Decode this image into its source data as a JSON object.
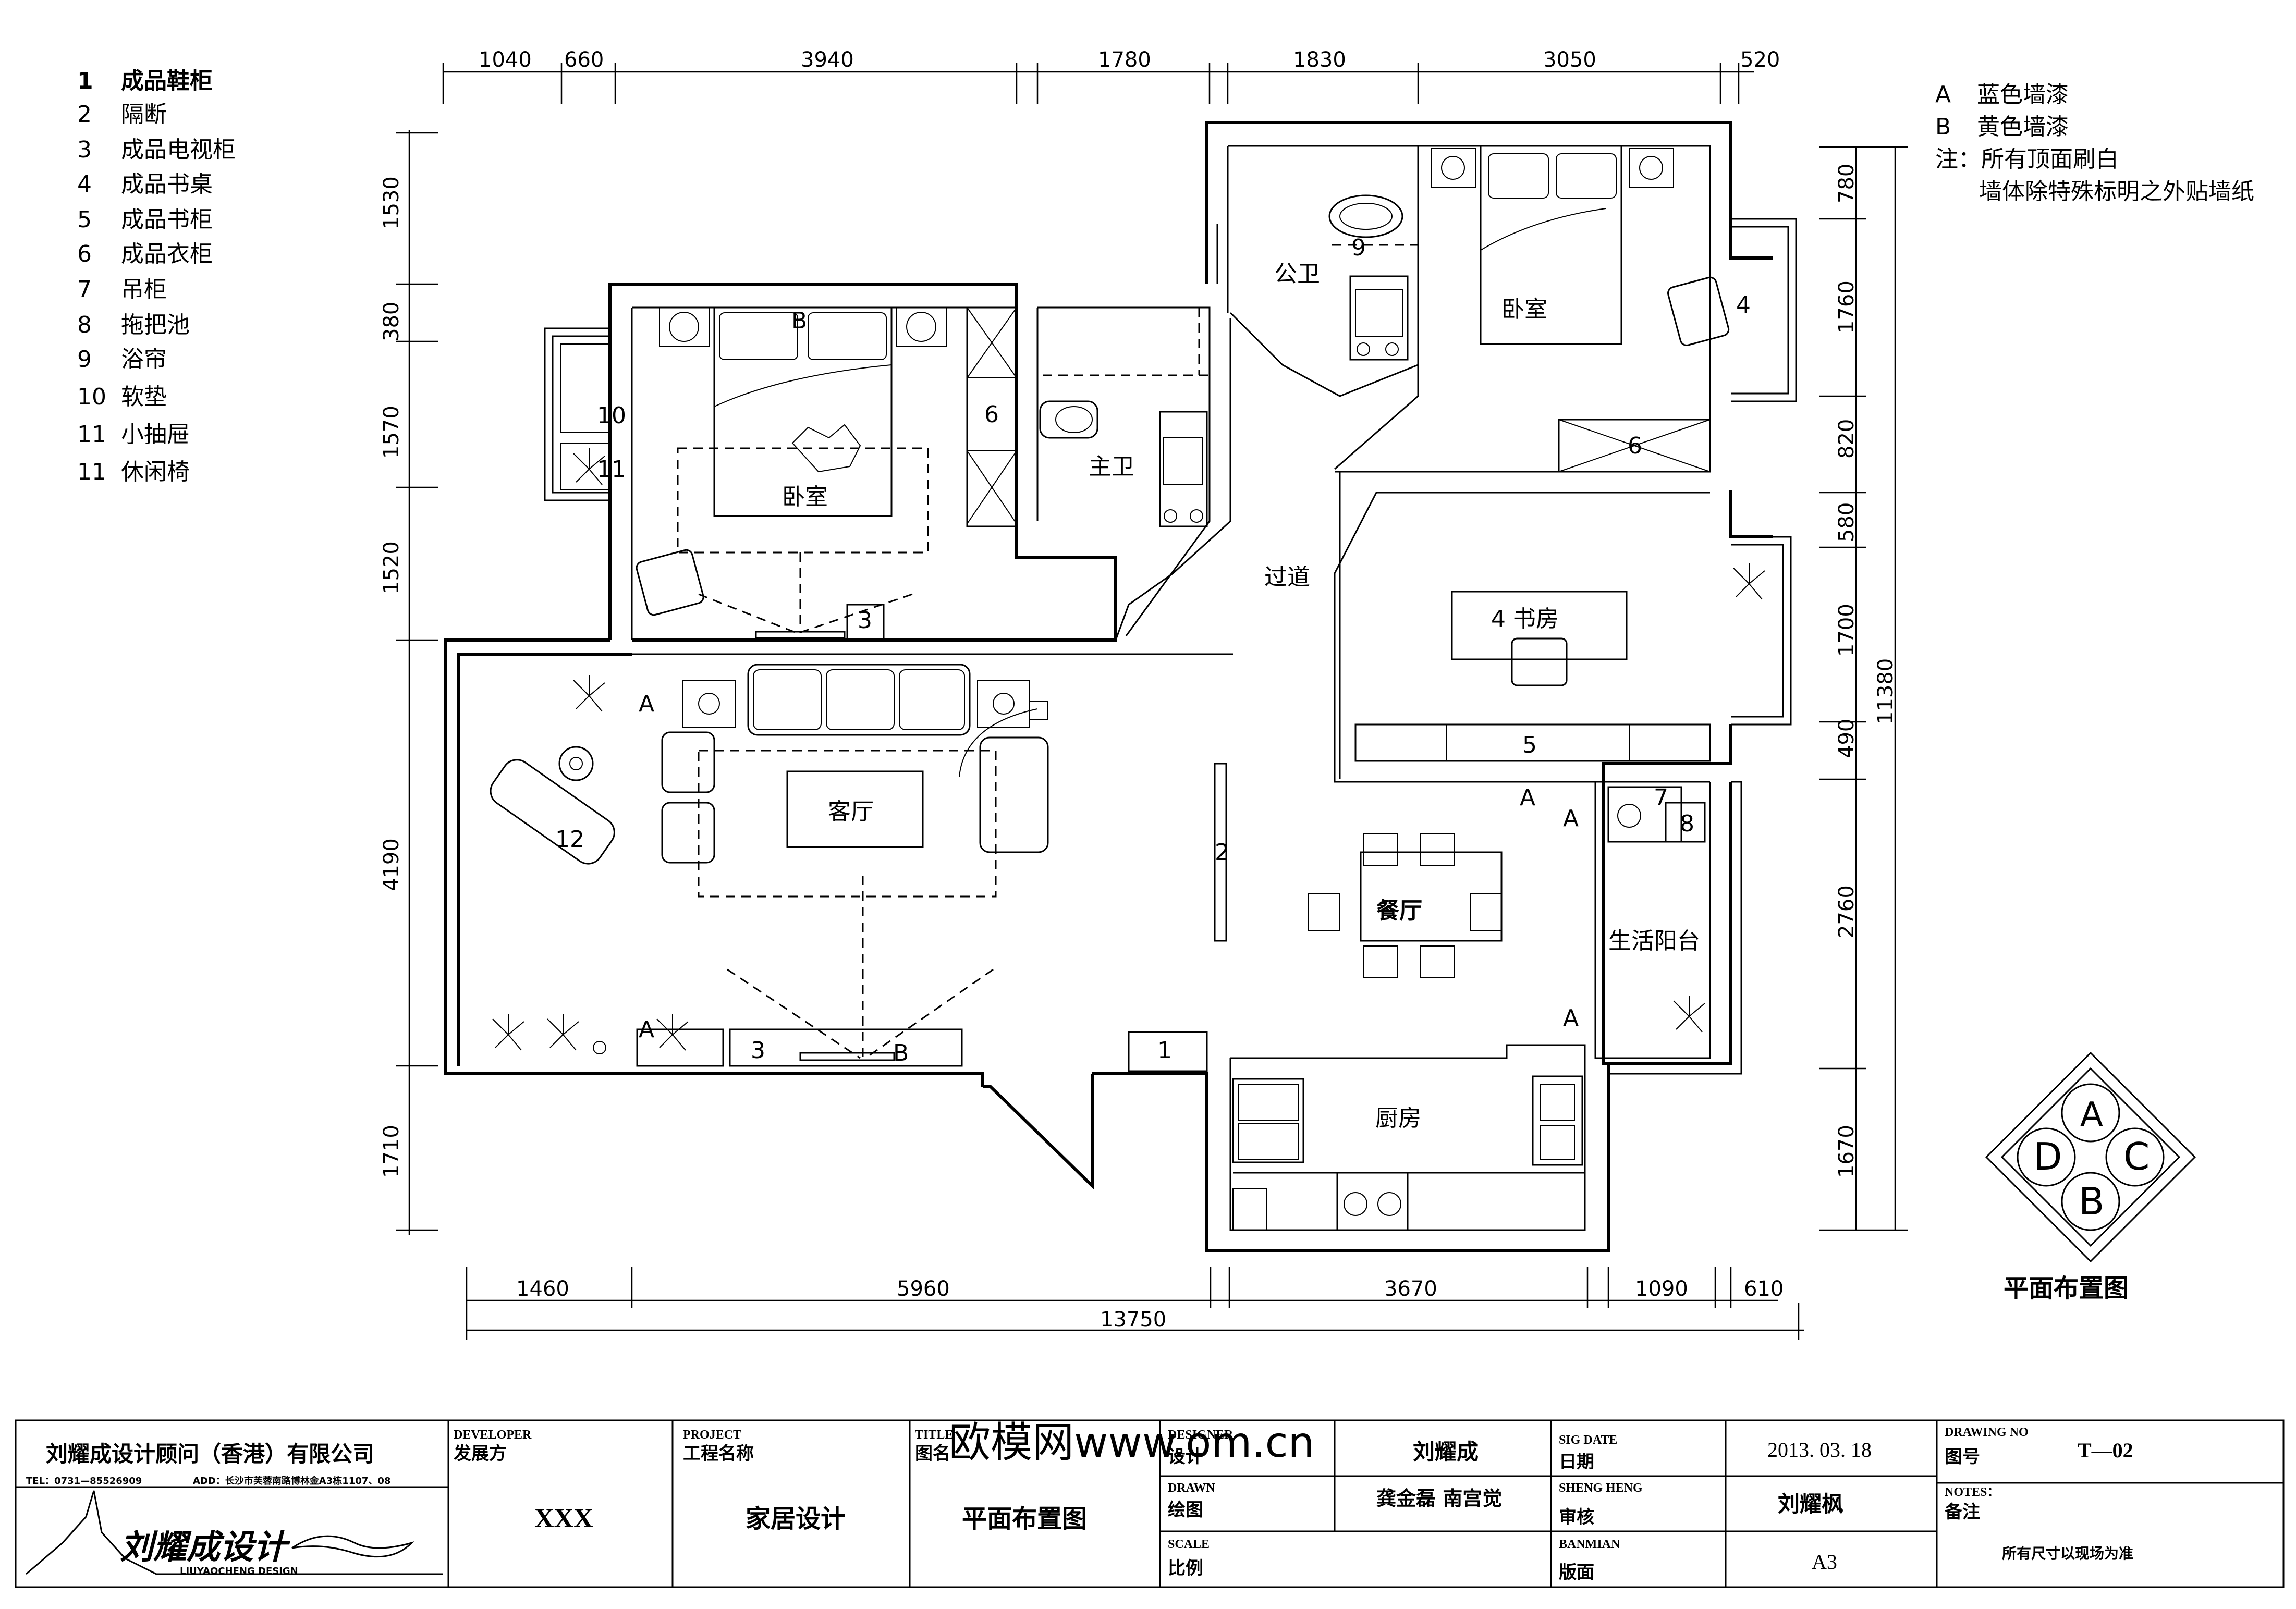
{
  "legend": {
    "items": [
      {
        "num": "1",
        "text": "成品鞋柜"
      },
      {
        "num": "2",
        "text": "隔断"
      },
      {
        "num": "3",
        "text": "成品电视柜"
      },
      {
        "num": "4",
        "text": "成品书桌"
      },
      {
        "num": "5",
        "text": "成品书柜"
      },
      {
        "num": "6",
        "text": "成品衣柜"
      },
      {
        "num": "7",
        "text": "吊柜"
      },
      {
        "num": "8",
        "text": "拖把池"
      },
      {
        "num": "9",
        "text": "浴帘"
      },
      {
        "num": "10",
        "text": "软垫"
      },
      {
        "num": "11",
        "text": "小抽屉"
      },
      {
        "num": "11",
        "text": "休闲椅"
      }
    ]
  },
  "notes": {
    "a_letter": "A",
    "a_text": "蓝色墙漆",
    "b_letter": "B",
    "b_text": "黄色墙漆",
    "note1": "注：所有顶面刷白",
    "note2": "墙体除特殊标明之外贴墙纸"
  },
  "dimensions": {
    "top": [
      "1040",
      "660",
      "3940",
      "1780",
      "1830",
      "3050",
      "520"
    ],
    "left": [
      "1530",
      "380",
      "1570",
      "1520",
      "4190",
      "1710"
    ],
    "right": [
      "780",
      "1760",
      "820",
      "580",
      "1700",
      "490",
      "2760",
      "1670"
    ],
    "right_total": "11380",
    "bottom": [
      "1460",
      "5960",
      "3670",
      "1090",
      "610"
    ],
    "bottom_total": "13750"
  },
  "rooms": {
    "master_bedroom": "卧室",
    "master_bath": "主卫",
    "public_bath": "公卫",
    "second_bedroom": "卧室",
    "corridor": "过道",
    "study": "4 书房",
    "living": "客厅",
    "dining": "餐厅",
    "balcony": "生活阳台",
    "kitchen": "厨房"
  },
  "markers": {
    "m1": "1",
    "m2": "2",
    "m3a": "3",
    "m3b": "3",
    "m4": "4",
    "m5": "5",
    "m6a": "6",
    "m6b": "6",
    "m7": "7",
    "m8": "8",
    "m9": "9",
    "m10": "10",
    "m11": "11",
    "m12": "12",
    "wa1": "A",
    "wa2": "A",
    "wa3": "A",
    "wa4": "A",
    "wa5": "A",
    "wb1": "B",
    "wb2": "B"
  },
  "compass": {
    "a": "A",
    "b": "B",
    "c": "C",
    "d": "D"
  },
  "drawing_title": "平面布置图",
  "watermark": "欧模网www.om.cn",
  "title_block": {
    "company": "刘耀成设计顾问（香港）有限公司",
    "tel": "TEL：0731—85526909",
    "addr": "ADD：长沙市芙蓉南路博林金A3栋1107、08",
    "logo_text": "刘耀成设计",
    "logo_en": "LIUYAOCHENG DESIGN",
    "developer_en": "DEVELOPER",
    "developer_cn": "发展方",
    "developer_val": "XXX",
    "project_en": "PROJECT",
    "project_cn": "工程名称",
    "project_val": "家居设计",
    "title_en": "TITLE",
    "title_cn": "图名",
    "title_val": "平面布置图",
    "designer_en": "DESIGNER",
    "designer_cn": "设计",
    "designer_val": "刘耀成",
    "drawn_en": "DRAWN",
    "drawn_cn": "绘图",
    "drawn_val": "龚金磊   南宫觉",
    "scale_en": "SCALE",
    "scale_cn": "比例",
    "sigdate_en": "SIG DATE",
    "sigdate_cn": "日期",
    "sigdate_val": "2013. 03. 18",
    "sheng_en": "SHENG HENG",
    "sheng_cn": "审核",
    "sheng_val": "刘耀枫",
    "banmian_en": "BANMIAN",
    "banmian_cn": "版面",
    "banmian_val": "A3",
    "drawingno_en": "DRAWING  NO",
    "drawingno_cn": "图号",
    "drawingno_val": "T—02",
    "notes_en": "NOTES：",
    "notes_cn": "备注",
    "notes_val": "所有尺寸以现场为准"
  }
}
